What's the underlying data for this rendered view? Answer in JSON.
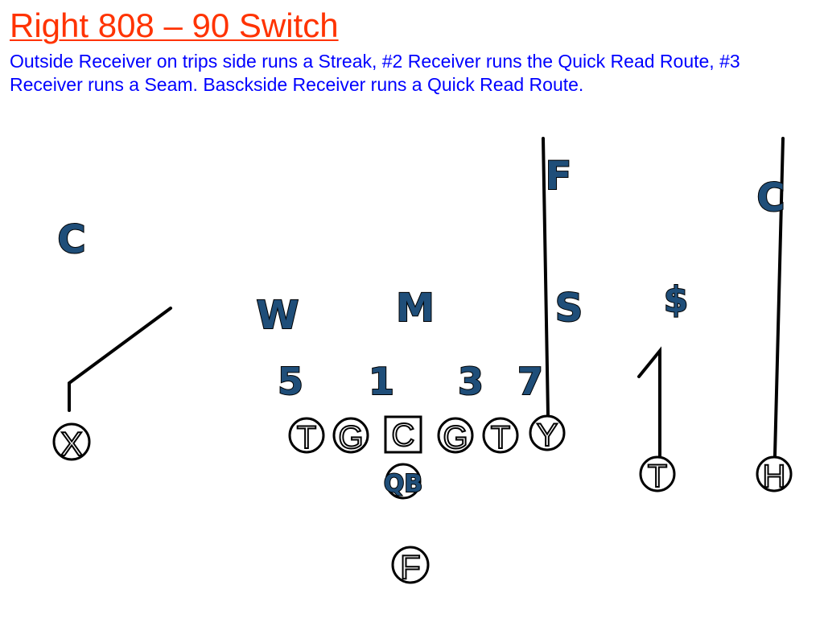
{
  "title": "Right 808 – 90 Switch",
  "description": "Outside Receiver on trips side runs a Streak, #2 Receiver runs the Quick Read Route, #3 Receiver runs a Seam.  Basckside Receiver runs a Quick Read Route.",
  "colors": {
    "title": "#ff3300",
    "description": "#0000ff",
    "defender_fill": "#1f4e79",
    "outline": "#000000"
  },
  "defense": {
    "corner_left": "C",
    "will": "W",
    "mike": "M",
    "sam": "S",
    "free_safety": "F",
    "money": "$",
    "corner_right": "C"
  },
  "gaps": [
    "5",
    "1",
    "3",
    "7"
  ],
  "offense": {
    "split_end": "X",
    "left_tackle": "T",
    "left_guard": "G",
    "center": "C",
    "right_guard": "G",
    "right_tackle": "T",
    "tight_end": "Y",
    "slot_t": "T",
    "flanker_h": "H",
    "quarterback": "QB",
    "fullback": "F"
  }
}
